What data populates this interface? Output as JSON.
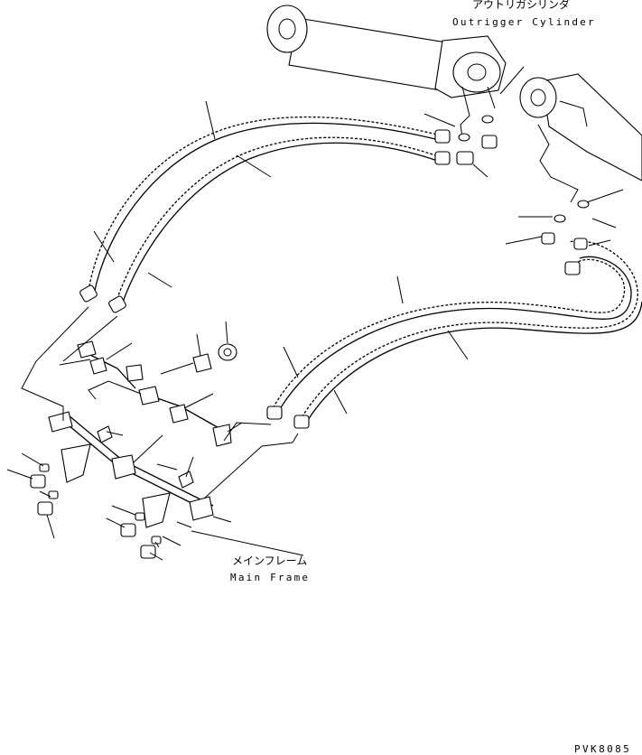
{
  "labels": {
    "outrigger_cylinder_jp": "アウトリガシリンダ",
    "outrigger_cylinder_en": "Outrigger Cylinder",
    "main_frame_jp": "メインフレーム",
    "main_frame_en": "Main Frame",
    "drawing_code": "PVK8085"
  }
}
